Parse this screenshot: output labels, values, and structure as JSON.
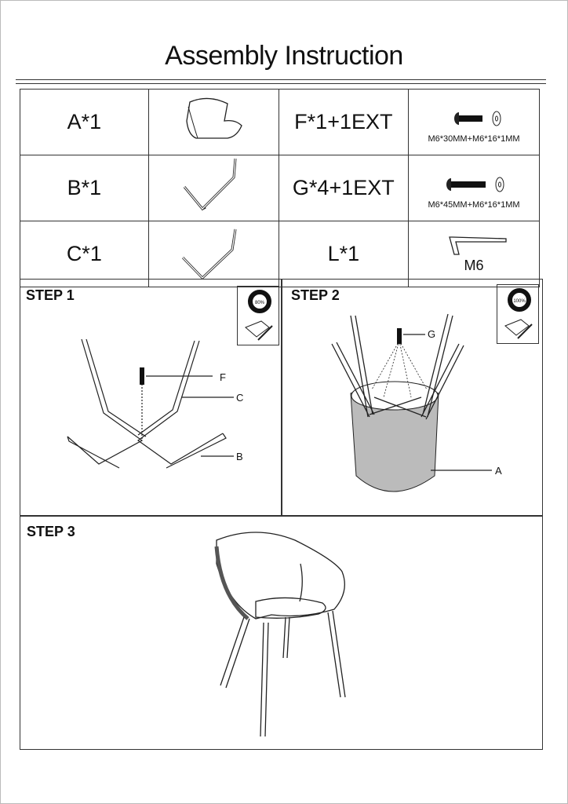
{
  "title": "Assembly  Instruction",
  "parts": [
    {
      "label": "A*1",
      "icon": "chair-seat-icon"
    },
    {
      "label": "F*1+1EXT",
      "icon": "bolt-washer-icon",
      "spec": "M6*30MM+M6*16*1MM"
    },
    {
      "label": "B*1",
      "icon": "leg-frame-icon"
    },
    {
      "label": "G*4+1EXT",
      "icon": "bolt-washer-icon",
      "spec": "M6*45MM+M6*16*1MM"
    },
    {
      "label": "C*1",
      "icon": "leg-frame-icon"
    },
    {
      "label": "L*1",
      "icon": "allen-key-icon",
      "spec": "M6"
    }
  ],
  "steps": [
    {
      "label": "STEP 1",
      "tighten": "80%",
      "callouts": [
        "F",
        "C",
        "B"
      ]
    },
    {
      "label": "STEP 2",
      "tighten": "100%",
      "callouts": [
        "G",
        "A"
      ]
    },
    {
      "label": "STEP 3"
    }
  ]
}
